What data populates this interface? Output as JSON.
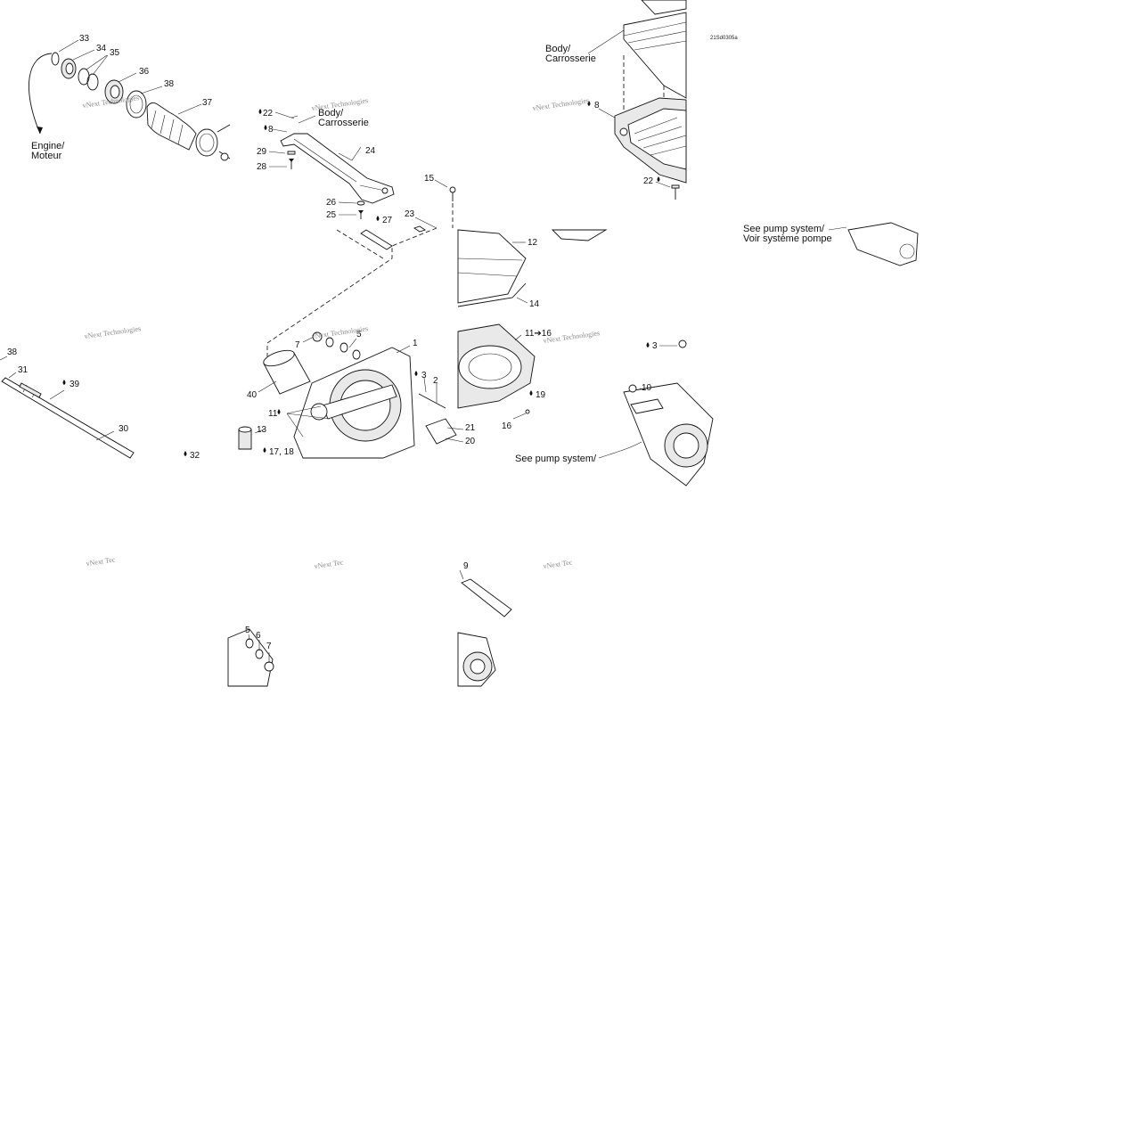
{
  "diagram": {
    "code": "21Sd0305a",
    "watermark": "vNext Technologies",
    "watermark_short": "vNext Tec",
    "labels": {
      "engine": [
        "Engine/",
        "Moteur"
      ],
      "body": [
        "Body/",
        "Carrosserie"
      ],
      "pump": [
        "See pump system/",
        "Voir système pompe"
      ]
    },
    "callouts": {
      "n1": "1",
      "n2": "2",
      "n3a": "3",
      "n3b": "3",
      "n5a": "5",
      "n5b": "5",
      "n6": "6",
      "n7a": "7",
      "n7b": "7",
      "n8a": "8",
      "n8b": "8",
      "n9": "9",
      "n10": "10",
      "n11": "11",
      "n11to16": "11➔16",
      "n12": "12",
      "n13": "13",
      "n14": "14",
      "n15": "15",
      "n16": "16",
      "n17_18": "17, 18",
      "n19": "19",
      "n20": "20",
      "n21": "21",
      "n22a": "22",
      "n22b": "22",
      "n23": "23",
      "n24": "24",
      "n25": "25",
      "n26": "26",
      "n27": "27",
      "n28": "28",
      "n29": "29",
      "n30": "30",
      "n31": "31",
      "n32": "32",
      "n33": "33",
      "n34": "34",
      "n35": "35",
      "n36": "36",
      "n37": "37",
      "n38a": "38",
      "n38b": "38",
      "n39": "39",
      "n40": "40"
    }
  }
}
